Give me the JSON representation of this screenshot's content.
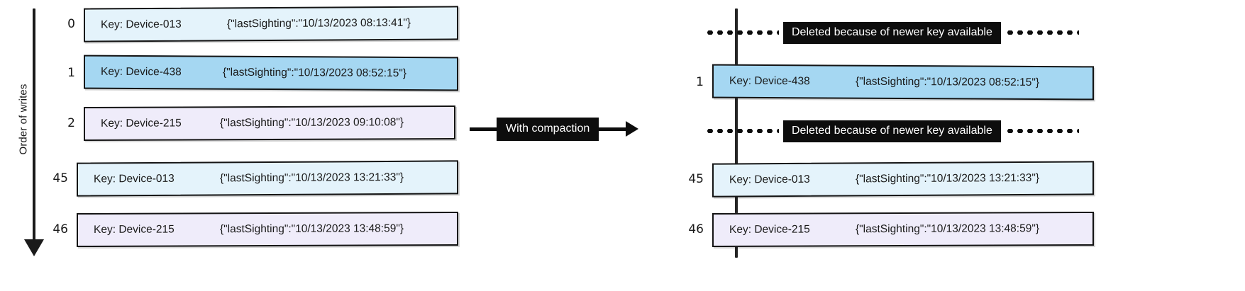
{
  "axis": {
    "label": "Order of writes",
    "arrow_icon": "down-arrow-icon"
  },
  "left_panel": {
    "name": "uncompacted-log",
    "rows": [
      {
        "index": "0",
        "key": "Key: Device-013",
        "value": "{\"lastSighting\":\"10/13/2023 08:13:41\"}",
        "color": "#e4f3fb",
        "color_name": "light-cyan"
      },
      {
        "index": "1",
        "key": "Key: Device-438",
        "value": "{\"lastSighting\":\"10/13/2023 08:52:15\"}",
        "color": "#a5d7f2",
        "color_name": "blue"
      },
      {
        "index": "2",
        "key": "Key: Device-215",
        "value": "{\"lastSighting\":\"10/13/2023 09:10:08\"}",
        "color": "#efecfa",
        "color_name": "lavender"
      },
      {
        "index": "45",
        "key": "Key: Device-013",
        "value": "{\"lastSighting\":\"10/13/2023 13:21:33\"}",
        "color": "#e4f3fb",
        "color_name": "light-cyan"
      },
      {
        "index": "46",
        "key": "Key: Device-215",
        "value": "{\"lastSighting\":\"10/13/2023 13:48:59\"}",
        "color": "#efecfa",
        "color_name": "lavender"
      }
    ]
  },
  "transform": {
    "label": "With compaction",
    "arrow_icon": "right-arrow-icon"
  },
  "right_panel": {
    "name": "compacted-log",
    "deleted_label": "Deleted because of newer key available",
    "rows": [
      {
        "index": "1",
        "key": "Key: Device-438",
        "value": "{\"lastSighting\":\"10/13/2023 08:52:15\"}",
        "color": "#a5d7f2",
        "color_name": "blue"
      },
      {
        "index": "45",
        "key": "Key: Device-013",
        "value": "{\"lastSighting\":\"10/13/2023 13:21:33\"}",
        "color": "#e4f3fb",
        "color_name": "light-cyan"
      },
      {
        "index": "46",
        "key": "Key: Device-215",
        "value": "{\"lastSighting\":\"10/13/2023 13:48:59\"}",
        "color": "#efecfa",
        "color_name": "lavender"
      }
    ]
  },
  "colors": {
    "ink": "#141414",
    "banner_bg": "#0d0d0d",
    "banner_fg": "#ffffff",
    "light_cyan": "#e4f3fb",
    "blue": "#a5d7f2",
    "lavender": "#efecfa"
  }
}
